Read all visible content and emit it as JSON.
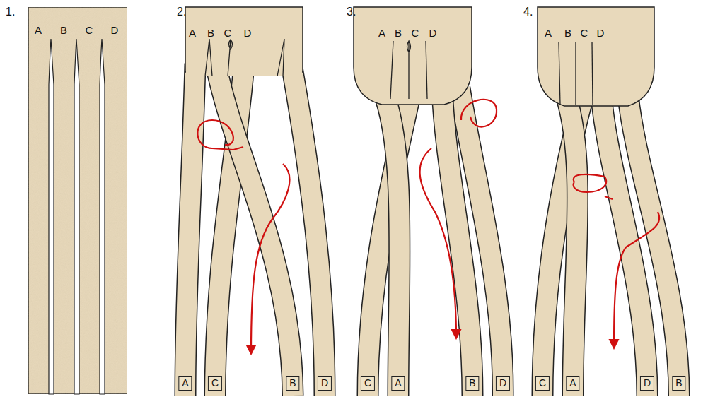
{
  "diagram": {
    "labels": [
      "1.",
      "A",
      "B",
      "C",
      "D",
      "2.",
      "A",
      "B",
      "C",
      "D",
      "A",
      "C",
      "B",
      "D",
      "3.",
      "A",
      "B",
      "C",
      "D",
      "C",
      "A",
      "B",
      "D",
      "4.",
      "A",
      "B",
      "C",
      "D",
      "C",
      "A",
      "D",
      "B"
    ]
  }
}
